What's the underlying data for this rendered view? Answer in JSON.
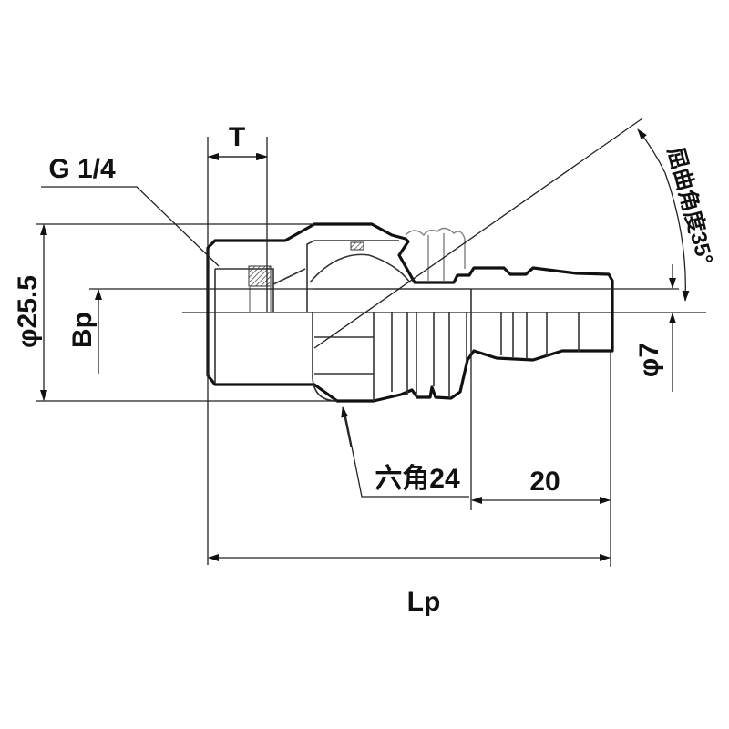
{
  "labels": {
    "thread_depth": "T",
    "thread": "G 1/4",
    "outer_diameter": "φ25.5",
    "port_size": "Bp",
    "bend_angle": "屈曲角度35°",
    "plug_diameter": "φ7",
    "hex": "六角24",
    "plug_length": "20",
    "overall_length": "Lp"
  },
  "colors": {
    "line": "#111111",
    "background": "#ffffff"
  }
}
